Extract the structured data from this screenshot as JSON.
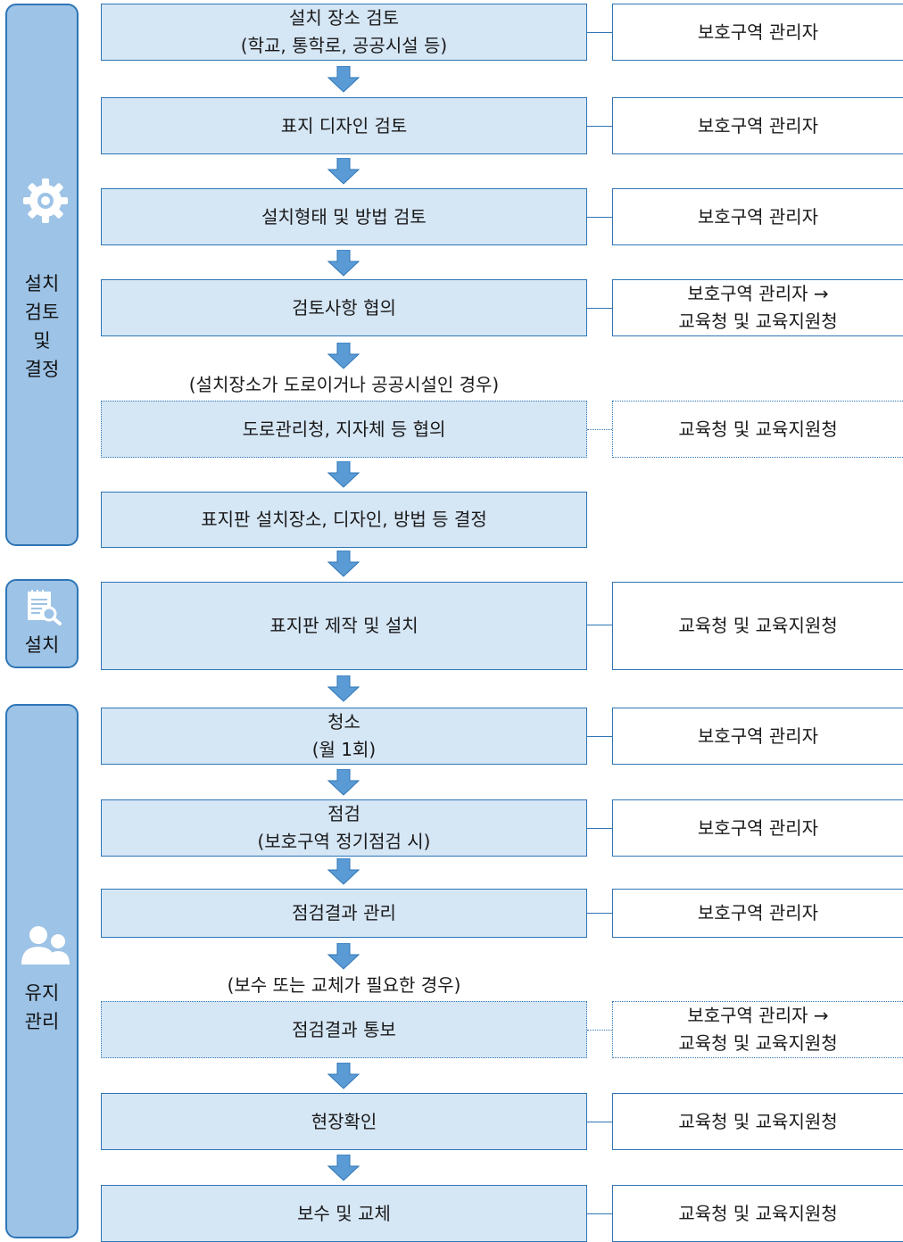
{
  "phases": {
    "review": {
      "label": "설치\n검토\n및\n결정",
      "icon": "gear-icon"
    },
    "install": {
      "label": "설치",
      "icon": "document-search-icon"
    },
    "maintain": {
      "label": "유지\n관리",
      "icon": "people-icon"
    }
  },
  "steps": [
    {
      "label": "설치 장소 검토\n(학교, 통학로, 공공시설 등)",
      "actor": "보호구역 관리자"
    },
    {
      "label": "표지 디자인 검토",
      "actor": "보호구역 관리자"
    },
    {
      "label": "설치형태 및 방법 검토",
      "actor": "보호구역 관리자"
    },
    {
      "label": "검토사항 협의",
      "actor": "보호구역 관리자 →\n교육청 및 교육지원청"
    },
    {
      "label": "도로관리청, 지자체 등 협의",
      "actor": "교육청 및 교육지원청"
    },
    {
      "label": "표지판 설치장소, 디자인, 방법 등 결정",
      "actor": ""
    },
    {
      "label": "표지판 제작 및 설치",
      "actor": "교육청 및 교육지원청"
    },
    {
      "label": "청소\n(월 1회)",
      "actor": "보호구역 관리자"
    },
    {
      "label": "점검\n(보호구역 정기점검 시)",
      "actor": "보호구역 관리자"
    },
    {
      "label": "점검결과 관리",
      "actor": "보호구역 관리자"
    },
    {
      "label": "점검결과 통보",
      "actor": "보호구역 관리자 →\n교육청 및 교육지원청"
    },
    {
      "label": "현장확인",
      "actor": "교육청 및 교육지원청"
    },
    {
      "label": "보수 및 교체",
      "actor": "교육청 및 교육지원청"
    }
  ],
  "notes": {
    "conditional_1": "(설치장소가 도로이거나 공공시설인 경우)",
    "conditional_2": "(보수 또는 교체가 필요한 경우)"
  }
}
